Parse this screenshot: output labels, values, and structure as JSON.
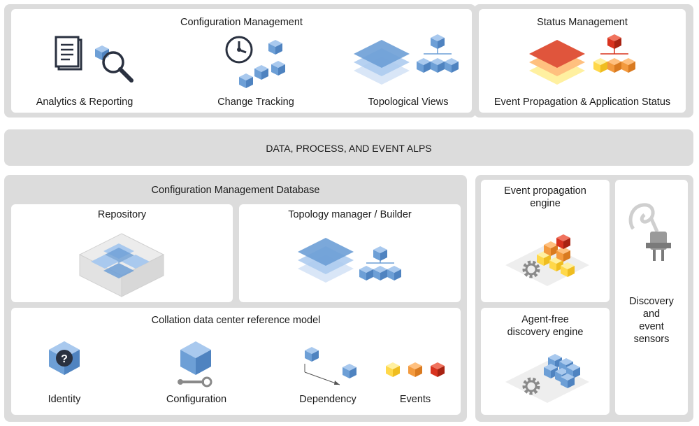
{
  "config_mgmt": {
    "title": "Configuration Management",
    "items": [
      "Analytics & Reporting",
      "Change Tracking",
      "Topological Views"
    ]
  },
  "status_mgmt": {
    "title": "Status Management",
    "item": "Event Propagation & Application Status"
  },
  "banner": {
    "label": "DATA, PROCESS, AND EVENT ALPS"
  },
  "cmdb": {
    "title": "Configuration Management Database",
    "repository": "Repository",
    "topology": "Topology manager / Builder",
    "collation": {
      "title": "Collation data center reference model",
      "items": [
        "Identity",
        "Configuration",
        "Dependency",
        "Events"
      ]
    }
  },
  "engines": {
    "event_propagation": [
      "Event propagation",
      "engine"
    ],
    "agent_free": [
      "Agent-free",
      "discovery engine"
    ]
  },
  "sensors": {
    "lines": [
      "Discovery",
      "and",
      "event",
      "sensors"
    ]
  },
  "colors": {
    "panel": "#dcdcdc",
    "blue": "#6d9fd6",
    "blue_dark": "#3f6fa8",
    "red": "#d8331f",
    "orange": "#f39a3e",
    "yellow": "#ffd84a"
  }
}
